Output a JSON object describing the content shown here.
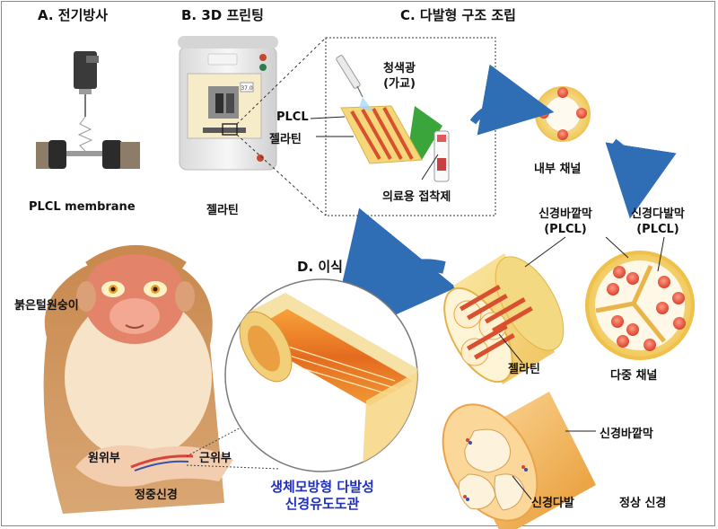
{
  "sections": {
    "a_title": "A. 전기방사",
    "b_title": "B. 3D 프린팅",
    "c_title": "C. 다발형 구조 조립",
    "d_title": "D. 이식"
  },
  "labels": {
    "plcl_membrane": "PLCL membrane",
    "gelatin_b": "젤라틴",
    "blue_light_line1": "청색광",
    "blue_light_line2": "(가교)",
    "plcl": "PLCL",
    "gelatin_c": "젤라틴",
    "medical_adhesive": "의료용 접착제",
    "inner_channel": "내부 채널",
    "epineurium_plcl_line1": "신경바깥막",
    "epineurium_plcl_line2": "(PLCL)",
    "perineurium_plcl_line1": "신경다발막",
    "perineurium_plcl_line2": "(PLCL)",
    "gelatin_bundle": "젤라틴",
    "multi_channel": "다중 채널",
    "monkey": "붉은털원숭이",
    "distal": "원위부",
    "proximal": "근위부",
    "median_nerve": "정중신경",
    "conduit_line1": "생체모방형 다발성",
    "conduit_line2": "신경유도도관",
    "epineurium_normal": "신경바깥막",
    "fascicle": "신경다발",
    "normal_nerve": "정상 신경",
    "printer_readout": "37.0"
  },
  "colors": {
    "arrow_blue": "#2f6db5",
    "caption_blue": "#1f2fbf",
    "gelatin_red": "#d9502e",
    "plcl_yellow": "#f5d77a",
    "adhesive_green": "#3aa53a"
  }
}
